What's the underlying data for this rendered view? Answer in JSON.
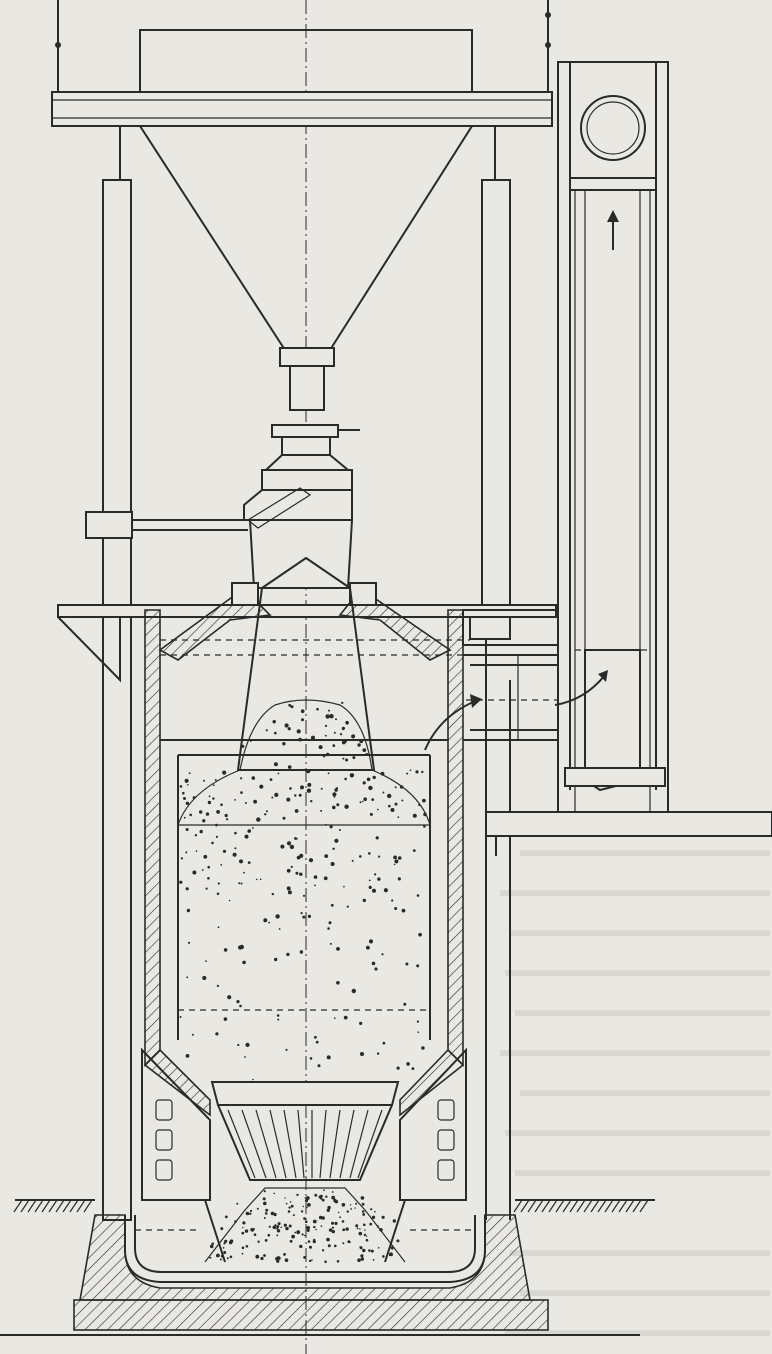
{
  "figure": {
    "background_color": "#e9e8e2",
    "line_color": "#2a2a2a",
    "show_through_color": "#b9b8b2",
    "components": [
      "charging-hopper",
      "top-beam",
      "support-columns",
      "feed-valve",
      "lever-arm",
      "platform",
      "gas-take-off-pipe",
      "vertical-gas-duct",
      "generator-shell",
      "fuel-bed",
      "grate-cone",
      "ash-pan",
      "foundation",
      "ground-line",
      "flow-arrows",
      "bracket-beam"
    ]
  }
}
